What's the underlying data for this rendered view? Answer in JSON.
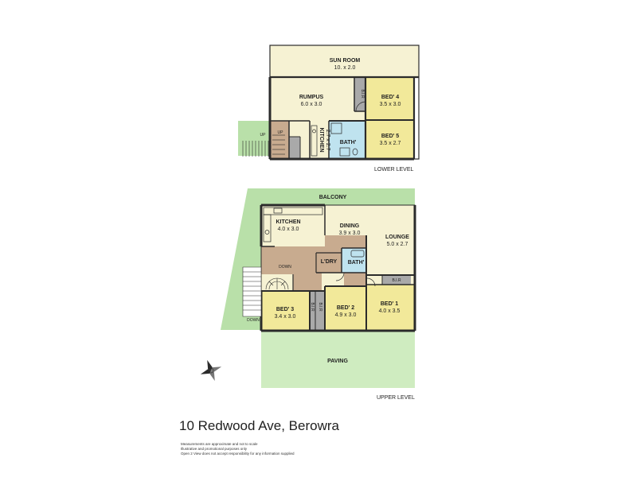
{
  "colors": {
    "wall": "#2b2b2b",
    "living": "#f6f2d3",
    "bedroom": "#f2e99a",
    "wet": "#bfe3ef",
    "floor_brown": "#c8ab8f",
    "storage": "#a9a9a9",
    "grass": "#b9e0a9",
    "paving": "#cfecc0"
  },
  "lower_level": {
    "label": "LOWER LEVEL",
    "rooms": {
      "sun_room": {
        "name": "SUN ROOM",
        "size": "10. x 2.0"
      },
      "rumpus": {
        "name": "RUMPUS",
        "size": "6.0 x 3.0"
      },
      "bir": {
        "name": "B.I.R"
      },
      "bed4": {
        "name": "BED' 4",
        "size": "3.5 x 3.0"
      },
      "bed5": {
        "name": "BED' 5",
        "size": "3.5 x 2.7"
      },
      "kitchen": {
        "name": "KITCHEN",
        "size": "2.7 x 2.7"
      },
      "bath": {
        "name": "BATH'"
      }
    },
    "stair_up_1": "UP",
    "stair_up_2": "UP"
  },
  "upper_level": {
    "label": "UPPER LEVEL",
    "balcony": "BALCONY",
    "paving": "PAVING",
    "rooms": {
      "kitchen": {
        "name": "KITCHEN",
        "size": "4.0 x 3.0"
      },
      "dining": {
        "name": "DINING",
        "size": "3.9 x 3.0"
      },
      "lounge": {
        "name": "LOUNGE",
        "size": "5.0 x 2.7"
      },
      "ldry": {
        "name": "L'DRY"
      },
      "bath": {
        "name": "BATH'"
      },
      "bir1": {
        "name": "B.I.R"
      },
      "bed1": {
        "name": "BED' 1",
        "size": "4.0 x 3.5"
      },
      "bed2": {
        "name": "BED' 2",
        "size": "4.9 x 3.0"
      },
      "bed3": {
        "name": "BED' 3",
        "size": "3.4 x 3.0"
      },
      "bir2": {
        "name": "B.I.R"
      },
      "bir3": {
        "name": "B.I.R"
      }
    },
    "stair_down_1": "DOWN",
    "stair_down_2": "DOWN"
  },
  "address": "10 Redwood Ave, Berowra",
  "disclaimer": [
    "Measurements are approximate and not to scale",
    "Illustrative and promotional purposes only",
    "Open 2 View does not accept responsibility for any information supplied"
  ]
}
